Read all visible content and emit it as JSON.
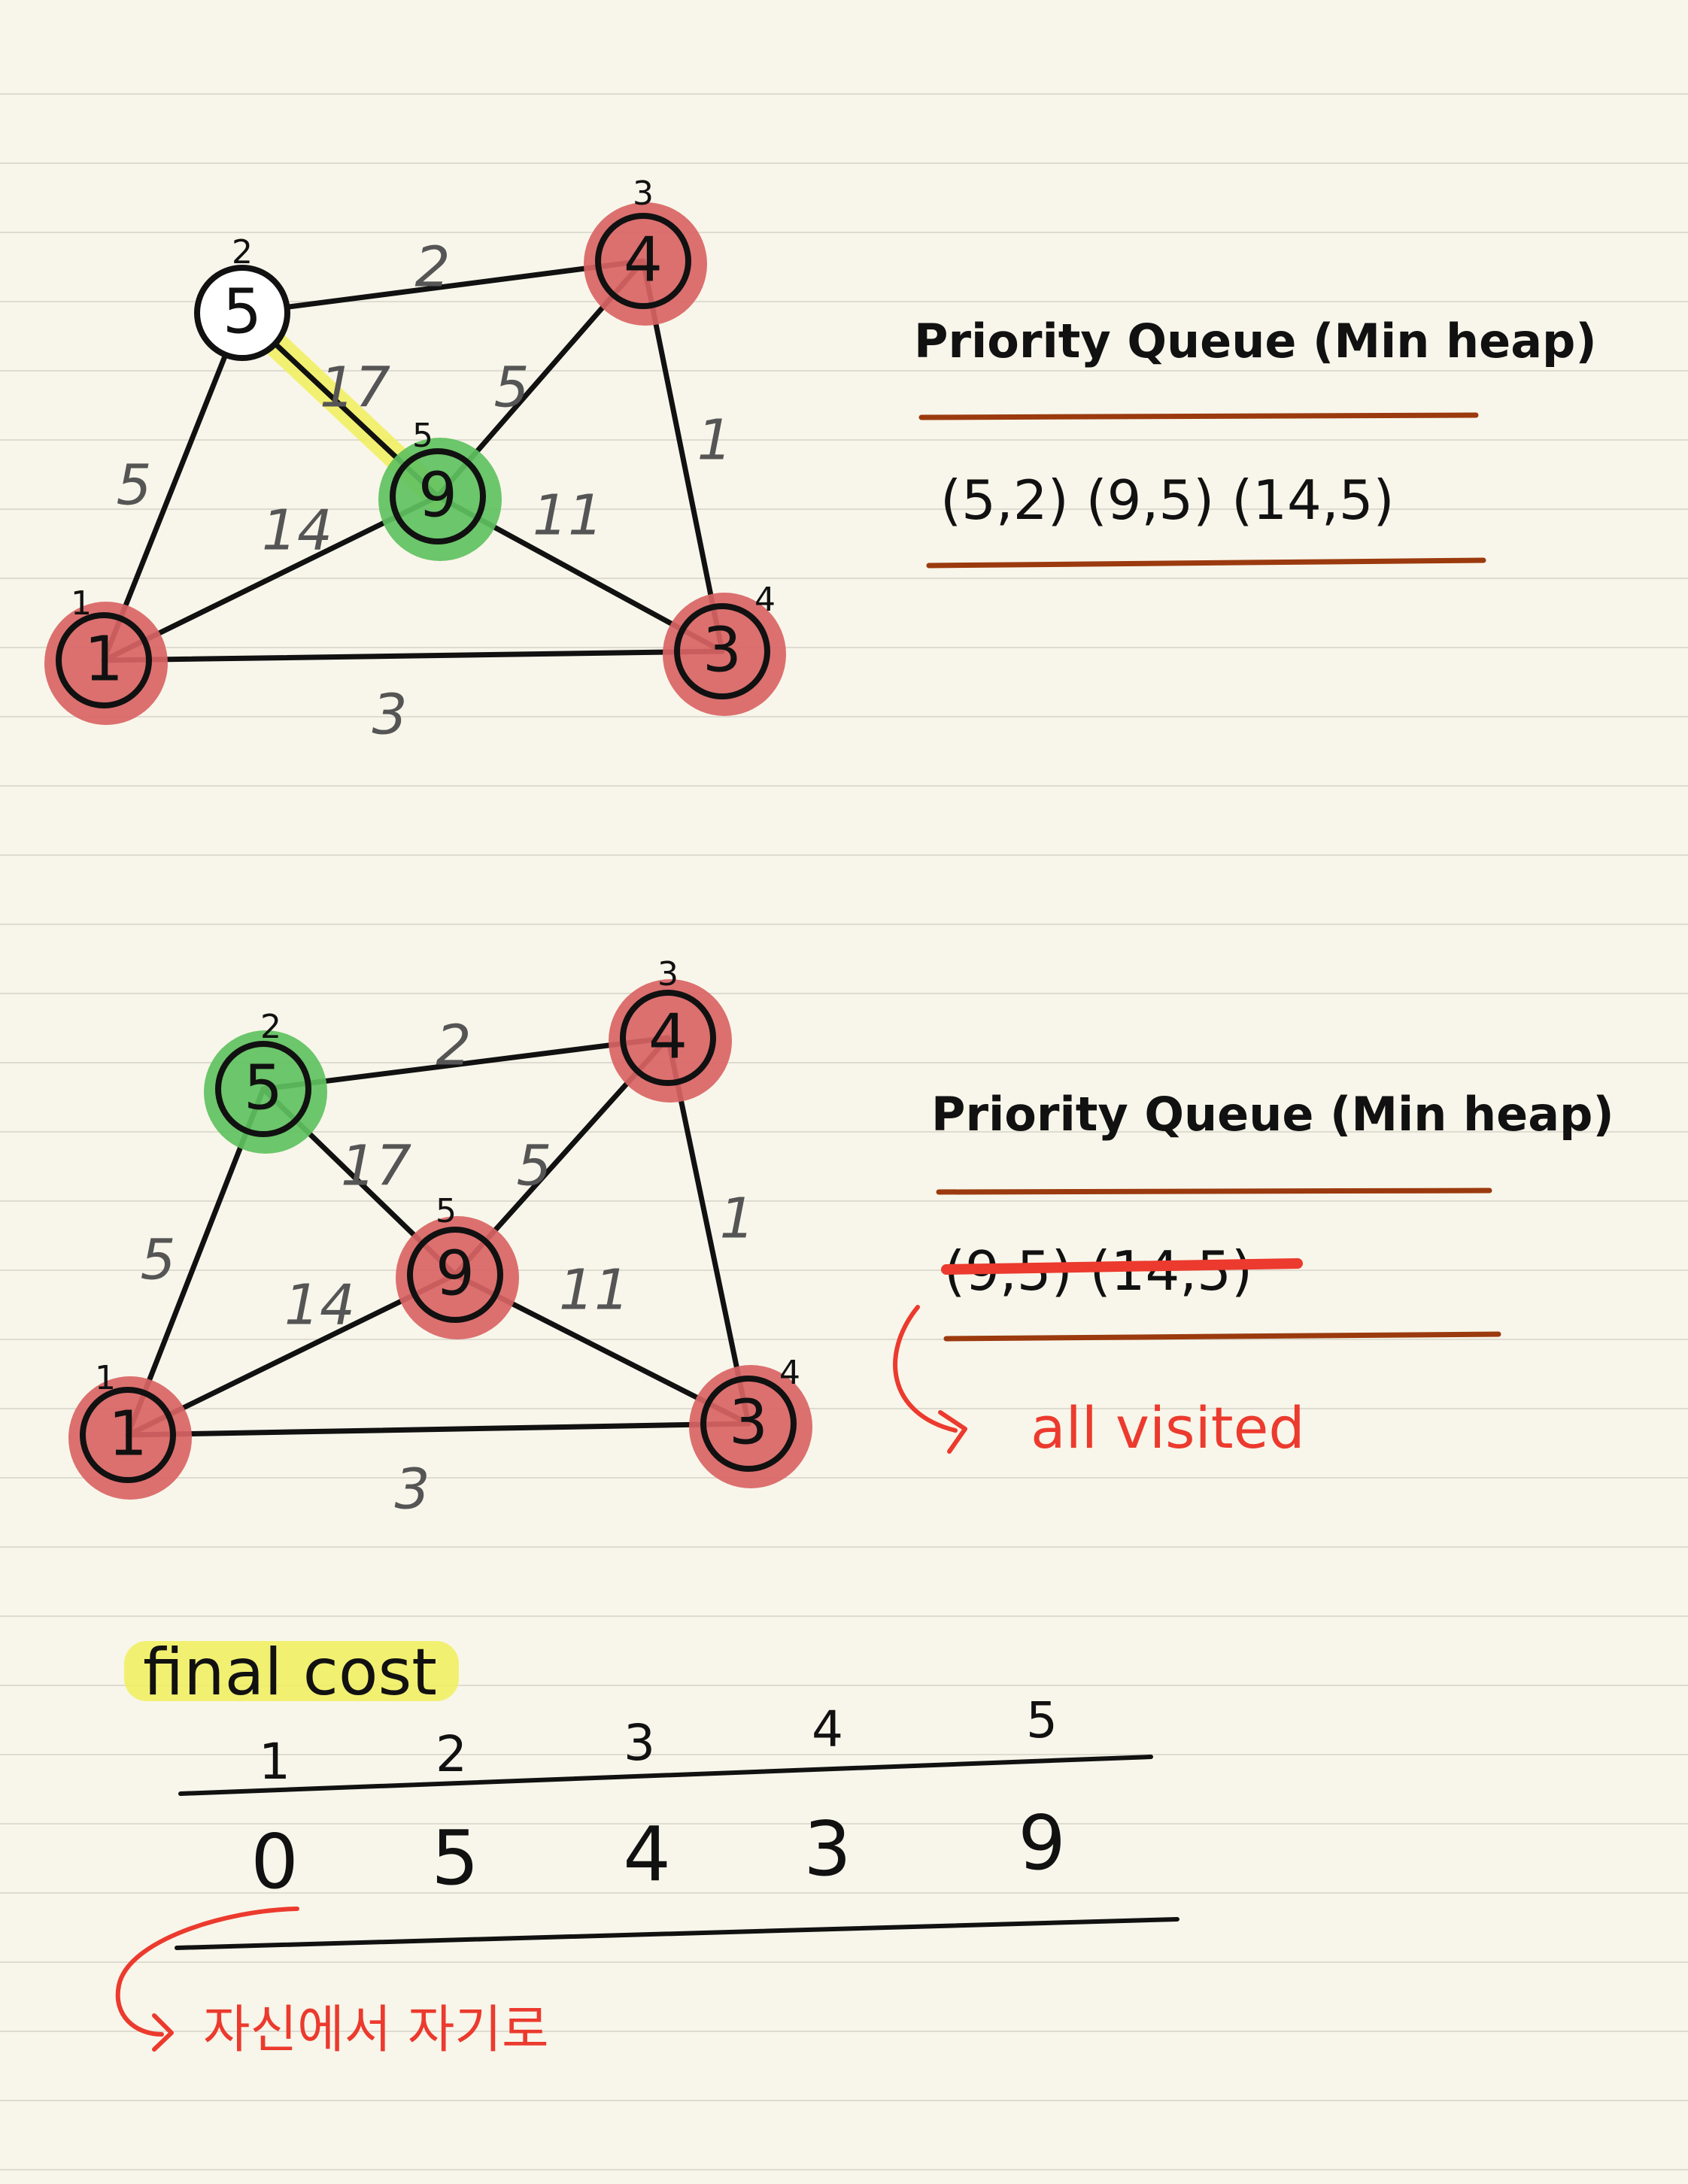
{
  "graphs": [
    {
      "pq_title": "Priority Queue (Min heap)",
      "pq_content": "(5,2) (9,5) (14,5)",
      "pq_crossed": false,
      "note": "",
      "nodes": [
        {
          "id": "5",
          "cost": "2",
          "state": "plain"
        },
        {
          "id": "4",
          "cost": "3",
          "state": "visited"
        },
        {
          "id": "9",
          "cost": "5",
          "state": "current"
        },
        {
          "id": "1",
          "cost": "1",
          "state": "visited"
        },
        {
          "id": "3",
          "cost": "4",
          "state": "visited"
        }
      ],
      "edges": [
        {
          "from": "5",
          "to": "4",
          "weight": "2",
          "highlight": false
        },
        {
          "from": "5",
          "to": "9",
          "weight": "17",
          "highlight": true
        },
        {
          "from": "5",
          "to": "1",
          "weight": "5",
          "highlight": false
        },
        {
          "from": "4",
          "to": "9",
          "weight": "5",
          "highlight": false
        },
        {
          "from": "4",
          "to": "3",
          "weight": "1",
          "highlight": false
        },
        {
          "from": "9",
          "to": "1",
          "weight": "14",
          "highlight": false
        },
        {
          "from": "9",
          "to": "3",
          "weight": "11",
          "highlight": false
        },
        {
          "from": "1",
          "to": "3",
          "weight": "3",
          "highlight": false
        }
      ]
    },
    {
      "pq_title": "Priority Queue (Min heap)",
      "pq_content": "(9,5) (14,5)",
      "pq_crossed": true,
      "note": "all visited",
      "nodes": [
        {
          "id": "5",
          "cost": "2",
          "state": "current"
        },
        {
          "id": "4",
          "cost": "3",
          "state": "visited"
        },
        {
          "id": "9",
          "cost": "5",
          "state": "visited"
        },
        {
          "id": "1",
          "cost": "1",
          "state": "visited"
        },
        {
          "id": "3",
          "cost": "4",
          "state": "visited"
        }
      ],
      "edges": [
        {
          "from": "5",
          "to": "4",
          "weight": "2",
          "highlight": false
        },
        {
          "from": "5",
          "to": "9",
          "weight": "17",
          "highlight": false
        },
        {
          "from": "5",
          "to": "1",
          "weight": "5",
          "highlight": false
        },
        {
          "from": "4",
          "to": "9",
          "weight": "5",
          "highlight": false
        },
        {
          "from": "4",
          "to": "3",
          "weight": "1",
          "highlight": false
        },
        {
          "from": "9",
          "to": "1",
          "weight": "14",
          "highlight": false
        },
        {
          "from": "9",
          "to": "3",
          "weight": "11",
          "highlight": false
        },
        {
          "from": "1",
          "to": "3",
          "weight": "3",
          "highlight": false
        }
      ]
    }
  ],
  "final_cost": {
    "title": "final cost",
    "headers": [
      "1",
      "2",
      "3",
      "4",
      "5"
    ],
    "values": [
      "0",
      "5",
      "4",
      "3",
      "9"
    ],
    "note": "자신에서 자기로"
  },
  "colors": {
    "paper": "#f8f6ea",
    "rule": "#dedbd0",
    "ink": "#111111",
    "weight_ink": "#555555",
    "visited": "#d96464",
    "current": "#5fc15f",
    "highlighter": "#f1ef5c",
    "pq_rule": "#9b3a0e",
    "red_note": "#ec3a2e"
  }
}
